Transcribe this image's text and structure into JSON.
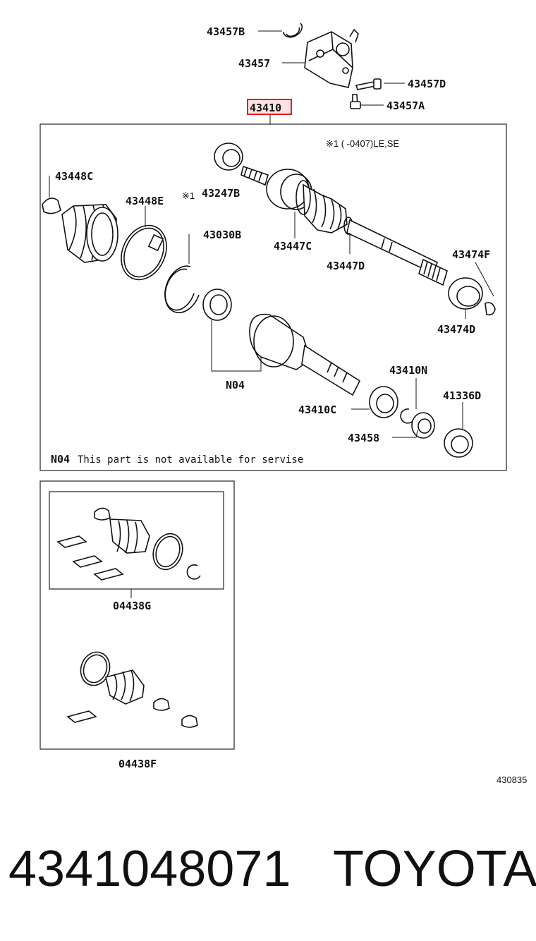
{
  "header_part": "43410",
  "callouts": {
    "p43457B": "43457B",
    "p43457": "43457",
    "p43457D": "43457D",
    "p43457A": "43457A",
    "p43448C": "43448C",
    "p43448E": "43448E",
    "p43247B": "43247B",
    "p43030B": "43030B",
    "p43447C": "43447C",
    "p43447D": "43447D",
    "p43474F": "43474F",
    "p43474D": "43474D",
    "p43410N": "43410N",
    "p41336D": "41336D",
    "p43410C": "43410C",
    "p43458": "43458",
    "pN04": "N04",
    "p04438G": "04438G",
    "p04438F": "04438F"
  },
  "note_ref": "※1 (    -0407)LE,SE",
  "ref_mark": "※1",
  "footnote_code": "N04",
  "footnote_text": "This part is not available for servise",
  "diagram_code": "430835",
  "part_number": "4341048071",
  "brand": "TOYOTA"
}
